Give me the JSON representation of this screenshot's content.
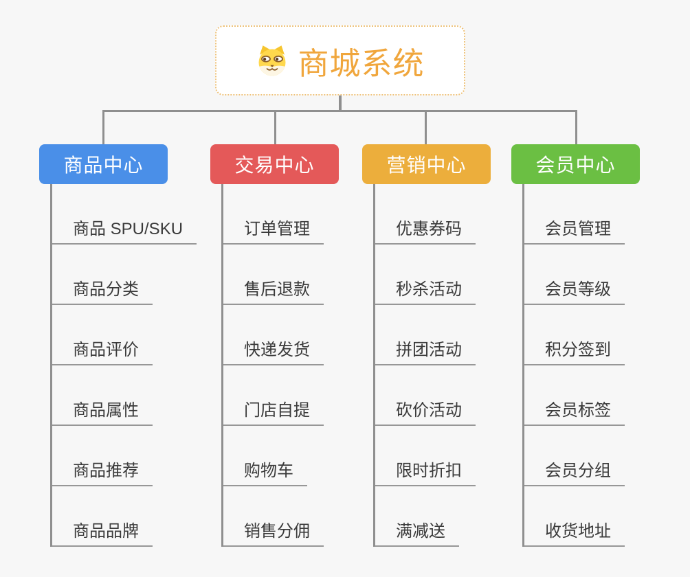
{
  "root": {
    "title": "商城系统",
    "icon": "dog-face-icon"
  },
  "branches": [
    {
      "label": "商品中心",
      "color": "#4a8fe8",
      "items": [
        "商品 SPU/SKU",
        "商品分类",
        "商品评价",
        "商品属性",
        "商品推荐",
        "商品品牌"
      ]
    },
    {
      "label": "交易中心",
      "color": "#e45959",
      "items": [
        "订单管理",
        "售后退款",
        "快递发货",
        "门店自提",
        "购物车",
        "销售分佣"
      ]
    },
    {
      "label": "营销中心",
      "color": "#ecae3c",
      "items": [
        "优惠券码",
        "秒杀活动",
        "拼团活动",
        "砍价活动",
        "限时折扣",
        "满减送"
      ]
    },
    {
      "label": "会员中心",
      "color": "#6bbf43",
      "items": [
        "会员管理",
        "会员等级",
        "积分签到",
        "会员标签",
        "会员分组",
        "收货地址"
      ]
    }
  ],
  "colors": {
    "background": "#f7f7f7",
    "connector": "#8f8f8f",
    "leaf_underline": "#979797",
    "leaf_text": "#3a3a3a",
    "root_border": "#eec27a",
    "root_text": "#f0a63c"
  }
}
